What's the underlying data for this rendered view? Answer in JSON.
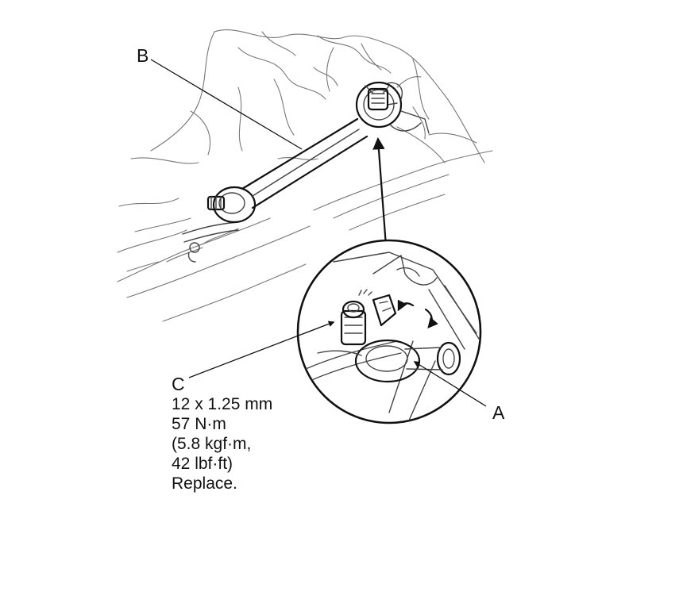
{
  "callouts": {
    "a": "A",
    "b": "B",
    "c": "C"
  },
  "spec_c": {
    "line1": "12 x 1.25 mm",
    "line2": "57 N·m",
    "line3": "(5.8 kgf·m,",
    "line4": "42 lbf·ft)",
    "line5": "Replace."
  }
}
